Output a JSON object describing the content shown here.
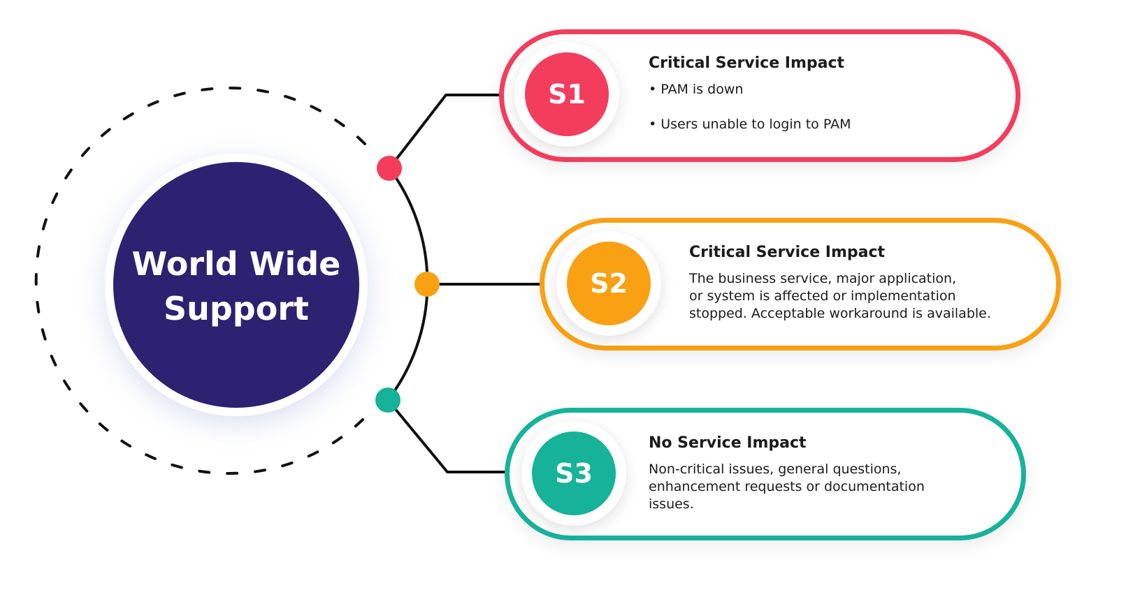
{
  "hub": {
    "title": "World Wide\nSupport",
    "color": "#2d2172"
  },
  "levels": [
    {
      "badge": "S1",
      "title": "Critical Service Impact",
      "bullets": [
        "PAM is down",
        "Users unable to login to PAM"
      ],
      "color": "#f43d5d"
    },
    {
      "badge": "S2",
      "title": "Critical Service Impact",
      "description": "The business service, major application,\nor system is affected or implementation\nstopped. Acceptable workaround is available.",
      "color": "#f9a013"
    },
    {
      "badge": "S3",
      "title": "No Service Impact",
      "description": "Non-critical issues, general questions,\nenhancement requests or documentation\nissues.",
      "color": "#16b39a"
    }
  ]
}
